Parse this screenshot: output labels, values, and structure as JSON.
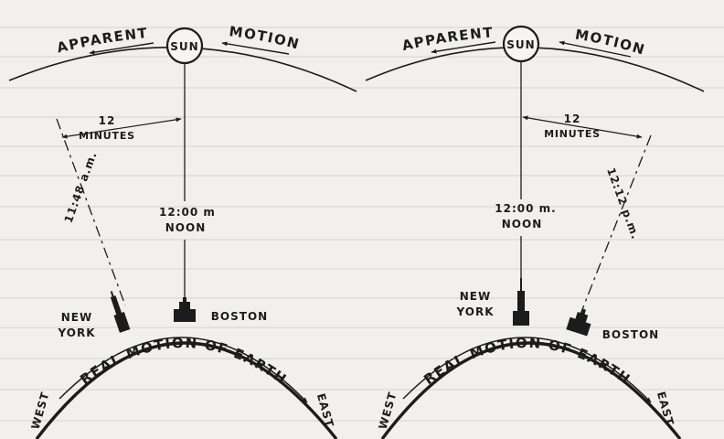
{
  "panels": [
    {
      "apparent_label": "APPARENT",
      "motion_label": "MOTION",
      "sun_label": "SUN",
      "interval_number": "12",
      "interval_unit": "MINUTES",
      "noon_time": "12:00 m",
      "noon_word": "NOON",
      "offset_time": "11:48 a.m.",
      "city_left_1": "NEW",
      "city_left_2": "YORK",
      "city_right": "BOSTON",
      "real_motion": "REAL MOTION OF EARTH",
      "west_label": "WEST",
      "east_label": "EAST"
    },
    {
      "apparent_label": "APPARENT",
      "motion_label": "MOTION",
      "sun_label": "SUN",
      "interval_number": "12",
      "interval_unit": "MINUTES",
      "noon_time": "12:00 m.",
      "noon_word": "NOON",
      "offset_time": "12:12 p.m.",
      "city_left_1": "NEW",
      "city_left_2": "YORK",
      "city_right": "BOSTON",
      "real_motion": "REAL MOTION OF EARTH",
      "west_label": "WEST",
      "east_label": "EAST"
    }
  ]
}
